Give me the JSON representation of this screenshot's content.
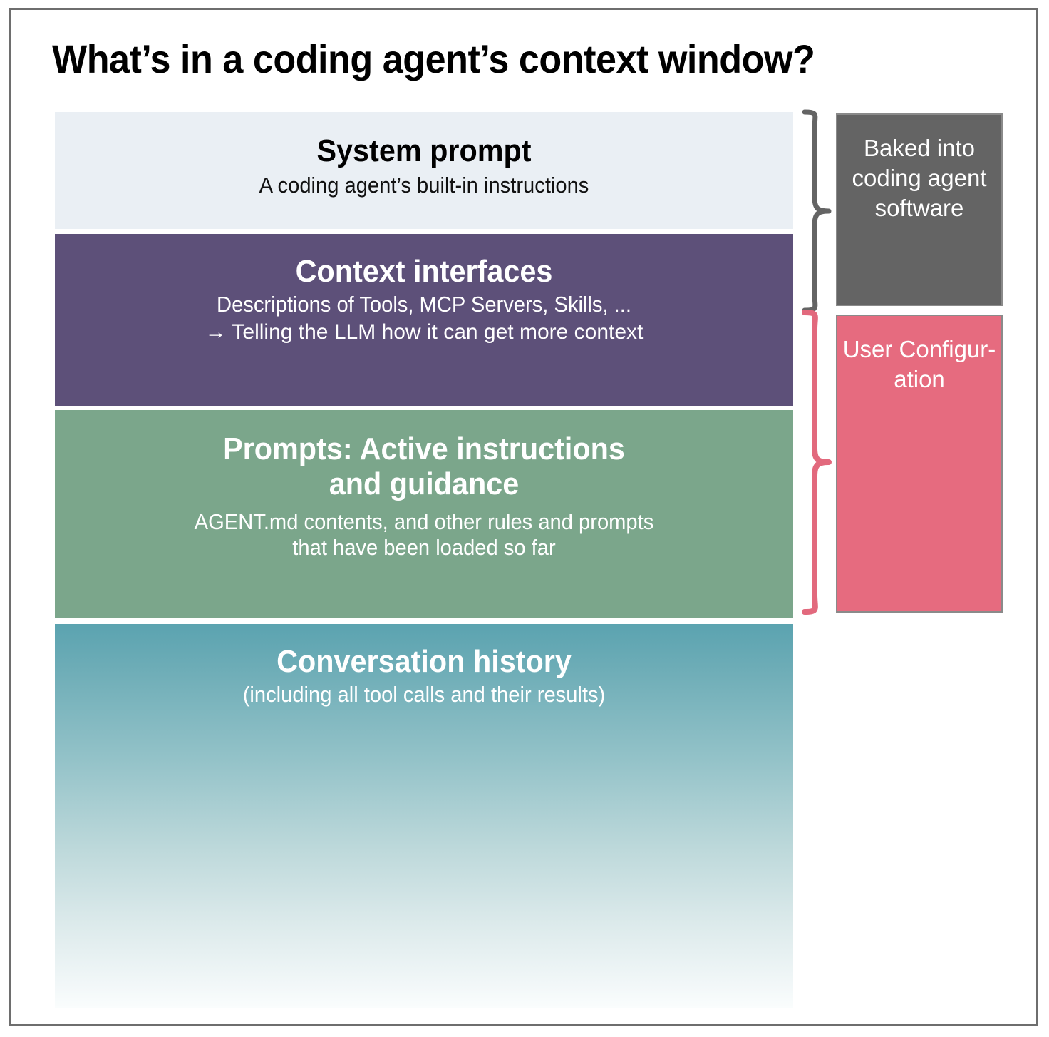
{
  "title": "What’s in a coding agent’s context window?",
  "blocks": [
    {
      "id": "system-prompt",
      "heading": "System prompt",
      "subtitle": "A coding agent’s built-in instructions",
      "color": "#eaeff4"
    },
    {
      "id": "context-interfaces",
      "heading": "Context interfaces",
      "subtitle": "Descriptions of Tools, MCP Servers, Skills, ...",
      "note": "→ Telling the LLM how it can get more context",
      "color": "#5d5079"
    },
    {
      "id": "prompts",
      "heading_line1": "Prompts: Active instructions",
      "heading_line2": "and guidance",
      "subtitle_line1": "AGENT.md contents, and other rules and prompts",
      "subtitle_line2": "that have been loaded so far",
      "color": "#7ba68b"
    },
    {
      "id": "conversation-history",
      "heading": "Conversation history",
      "subtitle": "(including all tool calls and their results)",
      "color_top": "#5ba3b0",
      "color_bottom": "#fafdfd"
    }
  ],
  "side_labels": [
    {
      "id": "baked-into-software",
      "text": "Baked into coding agent software",
      "color": "#646464",
      "brace_color": "#646464"
    },
    {
      "id": "user-configuration",
      "text": "User Configur- ation",
      "color": "#e66b7f",
      "brace_color": "#e2697d"
    }
  ],
  "colors": {
    "frame_border": "#6e6e6e",
    "title_text": "#000000",
    "box_border": "#8a8a8a"
  }
}
